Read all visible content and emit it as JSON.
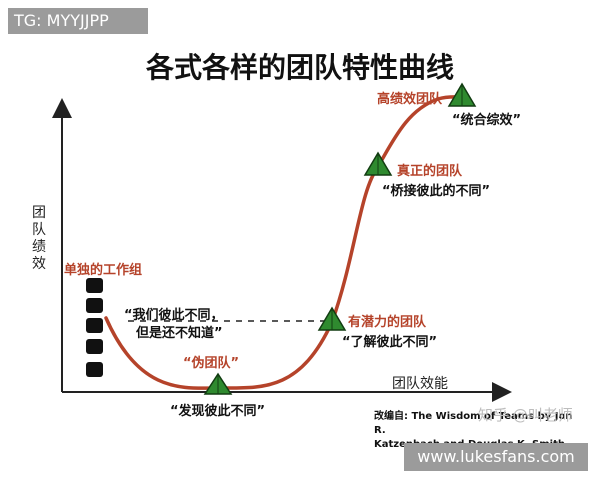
{
  "watermark_tl": "TG: MYYJJPP",
  "title": "各式各样的团队特性曲线",
  "axes": {
    "y_label": "团队绩效",
    "x_label": "团队效能"
  },
  "stages": {
    "working_group": {
      "name": "单独的工作组",
      "quote_line1": "“我们彼此不同，",
      "quote_line2": "但是还不知道”"
    },
    "pseudo_team": {
      "name": "“伪团队”",
      "quote": "“发现彼此不同”"
    },
    "potential_team": {
      "name": "有潜力的团队",
      "quote": "“了解彼此不同”"
    },
    "real_team": {
      "name": "真正的团队",
      "quote": "“桥接彼此的不同”"
    },
    "high_performance_team": {
      "name": "高绩效团队",
      "quote": "“统合综效”"
    }
  },
  "source": {
    "line1": "改编自: The Wisdom of Teams by Jon R.",
    "line2": "Katzenbach and Douglas K. Smith"
  },
  "watermark_zhihu": "知乎 @叫老师",
  "watermark_footer": "www.lukesfans.com",
  "colors": {
    "curve": "#b5432a",
    "marker": "#2f8a2f",
    "accent_text": "#b5432a"
  }
}
